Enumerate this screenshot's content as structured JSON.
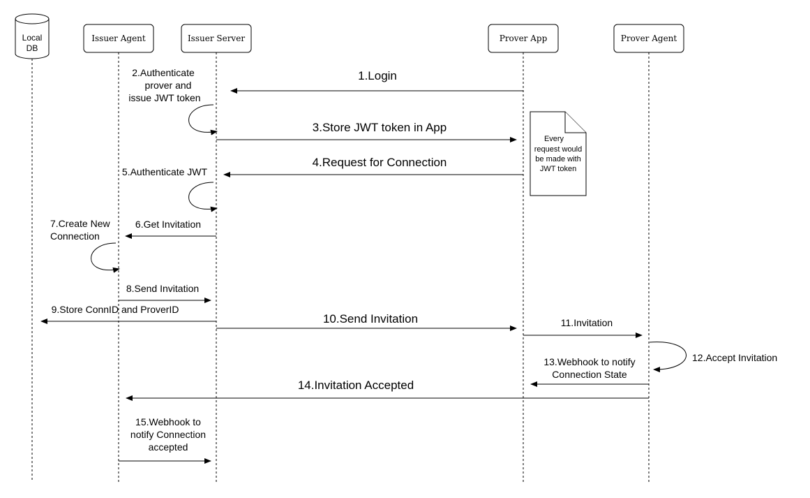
{
  "participants": [
    {
      "id": "localdb",
      "label": "Local DB",
      "lines": [
        "Local",
        "DB"
      ],
      "shape": "database"
    },
    {
      "id": "issuer_agent",
      "label": "Issuer Agent",
      "shape": "box"
    },
    {
      "id": "issuer_server",
      "label": "Issuer Server",
      "shape": "box"
    },
    {
      "id": "prover_app",
      "label": "Prover App",
      "shape": "box"
    },
    {
      "id": "prover_agent",
      "label": "Prover Agent",
      "shape": "box"
    }
  ],
  "messages": [
    {
      "id": "m1",
      "lines": [
        "1.Login"
      ],
      "from": "prover_app",
      "to": "issuer_server",
      "kind": "arrow",
      "size": "large"
    },
    {
      "id": "m2",
      "lines": [
        "2.Authenticate",
        "prover and",
        "issue JWT token"
      ],
      "from": "issuer_server",
      "to": "issuer_server",
      "kind": "self",
      "size": "small"
    },
    {
      "id": "m3",
      "lines": [
        "3.Store JWT token in App"
      ],
      "from": "issuer_server",
      "to": "prover_app",
      "kind": "arrow",
      "size": "large"
    },
    {
      "id": "m4",
      "lines": [
        "4.Request for Connection"
      ],
      "from": "prover_app",
      "to": "issuer_server",
      "kind": "arrow",
      "size": "large"
    },
    {
      "id": "m5",
      "lines": [
        "5.Authenticate JWT"
      ],
      "from": "issuer_server",
      "to": "issuer_server",
      "kind": "self",
      "size": "small"
    },
    {
      "id": "m6",
      "lines": [
        "6.Get Invitation"
      ],
      "from": "issuer_server",
      "to": "issuer_agent",
      "kind": "arrow",
      "size": "small"
    },
    {
      "id": "m7",
      "lines": [
        "7.Create New",
        "Connection"
      ],
      "from": "issuer_agent",
      "to": "issuer_agent",
      "kind": "self",
      "size": "small"
    },
    {
      "id": "m8",
      "lines": [
        "8.Send Invitation"
      ],
      "from": "issuer_agent",
      "to": "issuer_server",
      "kind": "arrow",
      "size": "small"
    },
    {
      "id": "m9",
      "lines": [
        "9.Store ConnID and ProverID"
      ],
      "from": "issuer_server",
      "to": "localdb",
      "kind": "arrow",
      "size": "small"
    },
    {
      "id": "m10",
      "lines": [
        "10.Send Invitation"
      ],
      "from": "issuer_server",
      "to": "prover_app",
      "kind": "arrow",
      "size": "large"
    },
    {
      "id": "m11",
      "lines": [
        "11.Invitation"
      ],
      "from": "prover_app",
      "to": "prover_agent",
      "kind": "arrow",
      "size": "small"
    },
    {
      "id": "m12",
      "lines": [
        "12.Accept Invitation"
      ],
      "from": "prover_agent",
      "to": "prover_agent",
      "kind": "self",
      "size": "small"
    },
    {
      "id": "m13",
      "lines": [
        "13.Webhook to notify",
        "Connection State"
      ],
      "from": "prover_agent",
      "to": "prover_app",
      "kind": "arrow",
      "size": "small"
    },
    {
      "id": "m14",
      "lines": [
        "14.Invitation Accepted"
      ],
      "from": "prover_agent",
      "to": "issuer_agent",
      "kind": "arrow",
      "size": "large"
    },
    {
      "id": "m15",
      "lines": [
        "15.Webhook to",
        "notify Connection",
        "accepted"
      ],
      "from": "issuer_agent",
      "to": "issuer_server",
      "kind": "arrow",
      "size": "small"
    }
  ],
  "note": {
    "lines": [
      "Every",
      "request would",
      "be made with",
      "JWT token"
    ]
  }
}
